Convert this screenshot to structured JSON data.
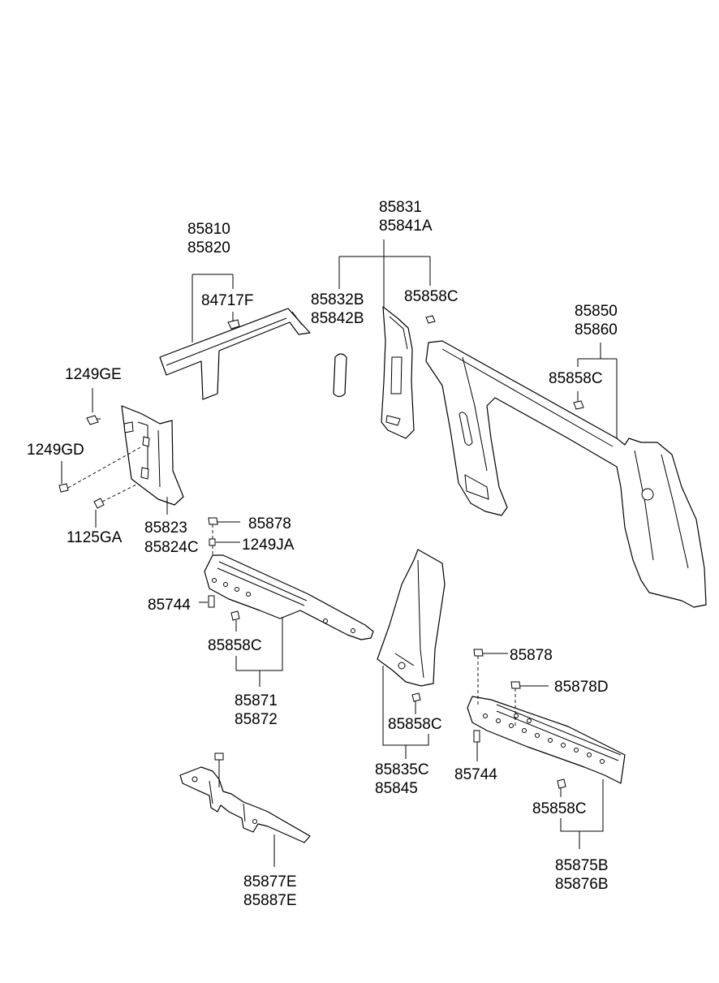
{
  "diagram": {
    "labels": {
      "p85810": "85810",
      "p85820": "85820",
      "p84717F": "84717F",
      "p85831": "85831",
      "p85841A": "85841A",
      "p85832B": "85832B",
      "p85842B": "85842B",
      "p85858C_a": "85858C",
      "p85850": "85850",
      "p85860": "85860",
      "p85858C_b": "85858C",
      "p1249GE": "1249GE",
      "p1249GD": "1249GD",
      "p1125GA": "1125GA",
      "p85823": "85823",
      "p85824C": "85824C",
      "p85878_a": "85878",
      "p1249JA": "1249JA",
      "p85744_a": "85744",
      "p85858C_c": "85858C",
      "p85871": "85871",
      "p85872": "85872",
      "p85858C_d": "85858C",
      "p85835C": "85835C",
      "p85845": "85845",
      "p85878_b": "85878",
      "p85878D": "85878D",
      "p85744_b": "85744",
      "p85858C_e": "85858C",
      "p85875B": "85875B",
      "p85876B": "85876B",
      "p85877E": "85877E",
      "p85887E": "85887E"
    }
  }
}
